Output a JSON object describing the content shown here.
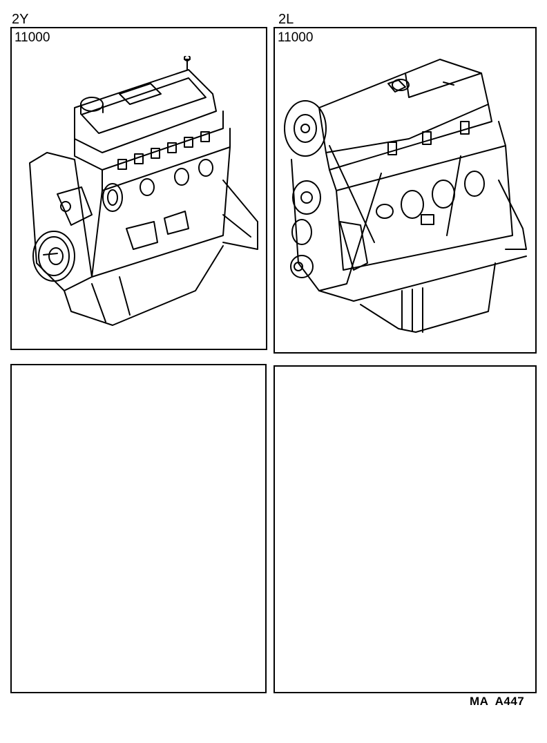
{
  "panels": [
    {
      "engine_code": "2Y",
      "part_number": "11000",
      "illustration": "engine-assembly-2y"
    },
    {
      "engine_code": "2L",
      "part_number": "11000",
      "illustration": "engine-assembly-2l"
    },
    {
      "engine_code": "",
      "part_number": "",
      "illustration": "empty"
    },
    {
      "engine_code": "",
      "part_number": "",
      "illustration": "empty"
    }
  ],
  "footer": {
    "illustration_code": "MA  A447"
  }
}
